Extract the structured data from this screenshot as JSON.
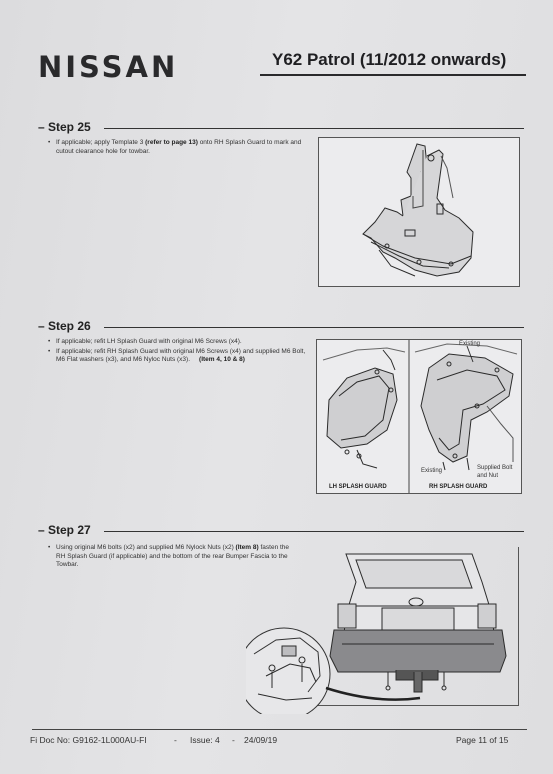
{
  "header": {
    "brand": "NISSAN",
    "model": "Y62 Patrol (11/2012 onwards)"
  },
  "steps": [
    {
      "title": "– Step 25",
      "bullets": [
        {
          "pre": "If applicable; apply Template 3 ",
          "bold": "(refer to page 13)",
          "post": " onto RH Splash Guard to mark and cutout clearance hole for towbar."
        }
      ]
    },
    {
      "title": "– Step 26",
      "bullets": [
        {
          "pre": "If applicable; refit LH Splash Guard with original M6 Screws (x4).",
          "bold": "",
          "post": ""
        },
        {
          "pre": "If applicable; refit RH Splash Guard with original M6 Screws (x4) and supplied M6 Bolt, M6 Flat washers (x3), and M6 Nyloc Nuts (x3).",
          "bold": "(Item 4, 10 & 8)",
          "post": ""
        }
      ],
      "figure": {
        "left_caption": "LH SPLASH GUARD",
        "right_caption": "RH SPLASH GUARD",
        "label_existing_top": "Existing",
        "label_existing_bottom": "Existing",
        "label_supplied": "Supplied Bolt and Nut"
      }
    },
    {
      "title": "– Step 27",
      "bullets": [
        {
          "pre": "Using original M6 bolts (x2) and supplied M6 Nylock Nuts (x2) ",
          "bold": "(Item 8)",
          "post": " fasten the RH Splash Guard (if applicable) and the bottom of the rear Bumper Fascia to the Towbar."
        }
      ]
    }
  ],
  "footer": {
    "doc_no": "Fi Doc No: G9162-1L000AU-FI",
    "issue": "Issue: 4",
    "date": "24/09/19",
    "page": "Page 11 of 15"
  }
}
